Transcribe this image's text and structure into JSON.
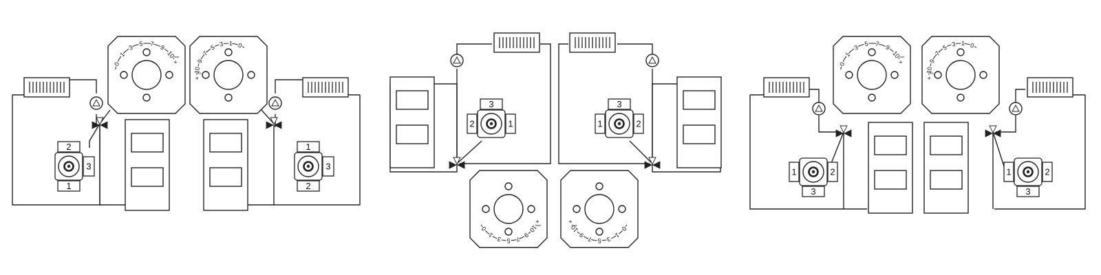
{
  "diagram": {
    "scale_marks": [
      "0",
      "1",
      "3",
      "5",
      "7",
      "9",
      "10"
    ],
    "scale_unit": "max",
    "scale_plus": "+",
    "panels": [
      {
        "id": "left",
        "valves": [
          {
            "ports": {
              "top": "2",
              "bottom": "1",
              "side": "3"
            }
          },
          {
            "ports": {
              "top": "1",
              "bottom": "2",
              "side": "3"
            }
          }
        ]
      },
      {
        "id": "middle",
        "valves": [
          {
            "ports": {
              "top": "3",
              "left": "2",
              "right": "1"
            }
          },
          {
            "ports": {
              "top": "3",
              "left": "1",
              "right": "2"
            }
          }
        ]
      },
      {
        "id": "right",
        "valves": [
          {
            "ports": {
              "left": "1",
              "right": "2",
              "bottom": "3"
            }
          },
          {
            "ports": {
              "left": "1",
              "right": "2",
              "bottom": "3"
            }
          }
        ]
      }
    ]
  }
}
